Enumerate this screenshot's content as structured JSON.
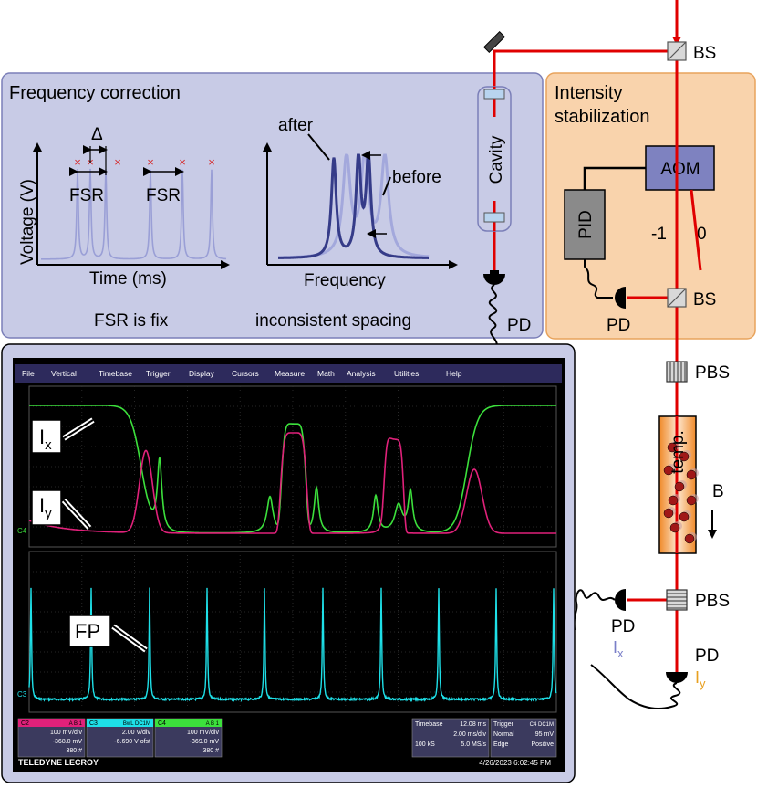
{
  "freq_panel": {
    "title": "Frequency correction",
    "delta": "Δ",
    "fsr1": "FSR",
    "fsr2": "FSR",
    "ylabel": "Voltage (V)",
    "xlabel_left": "Time (ms)",
    "after": "after",
    "before": "before",
    "xlabel_right": "Frequency",
    "caption_left": "FSR is fix",
    "caption_right": "inconsistent spacing"
  },
  "intensity_panel": {
    "title_line1": "Intensity",
    "title_line2": "stabilization",
    "aom": "AOM",
    "pid": "PID",
    "order_minus1": "-1",
    "order_0": "0"
  },
  "optics": {
    "cavity": "Cavity",
    "bs_top": "BS",
    "bs_mid": "BS",
    "pd_cavity": "PD",
    "pd_intensity": "PD",
    "pbs_top": "PBS",
    "pbs_bottom": "PBS",
    "temp": "temp.",
    "b_field": "B",
    "pd_x": "PD",
    "ix_main": "I",
    "ix_sub": "x",
    "pd_y": "PD",
    "iy_main": "I",
    "iy_sub": "y"
  },
  "scope": {
    "menu": [
      "File",
      "Vertical",
      "Timebase",
      "Trigger",
      "Display",
      "Cursors",
      "Measure",
      "Math",
      "Analysis",
      "Utilities",
      "Help"
    ],
    "label_ix_main": "I",
    "label_ix_sub": "x",
    "label_iy_main": "I",
    "label_iy_sub": "y",
    "label_fp": "FP",
    "ch_c4_top": "C4",
    "ch_c3": "C3",
    "channels": [
      {
        "name": "C2",
        "tags": "A B 1",
        "line1": "100 mV/div",
        "line2": "-368.0 mV",
        "line3": "380 #",
        "color": "#e0217a"
      },
      {
        "name": "C3",
        "tags": "BwL DC1M",
        "line1": "2.00 V/div",
        "line2": "-6.690 V ofst",
        "line3": "",
        "color": "#1ee0e8"
      },
      {
        "name": "C4",
        "tags": "A B 1",
        "line1": "100 mV/div",
        "line2": "-369.0 mV",
        "line3": "380 #",
        "color": "#3ce03c"
      }
    ],
    "timebase": {
      "label": "Timebase",
      "value": "12.08 ms",
      "line2": "2.00 ms/div",
      "line3a": "100 kS",
      "line3b": "5.0 MS/s"
    },
    "trigger": {
      "label": "Trigger",
      "tags": "C4 DC1M",
      "line2a": "Normal",
      "line2b": "95 mV",
      "line3a": "Edge",
      "line3b": "Positive"
    },
    "brand": "TELEDYNE LECROY",
    "datetime": "4/26/2023 6:02:45 PM"
  }
}
